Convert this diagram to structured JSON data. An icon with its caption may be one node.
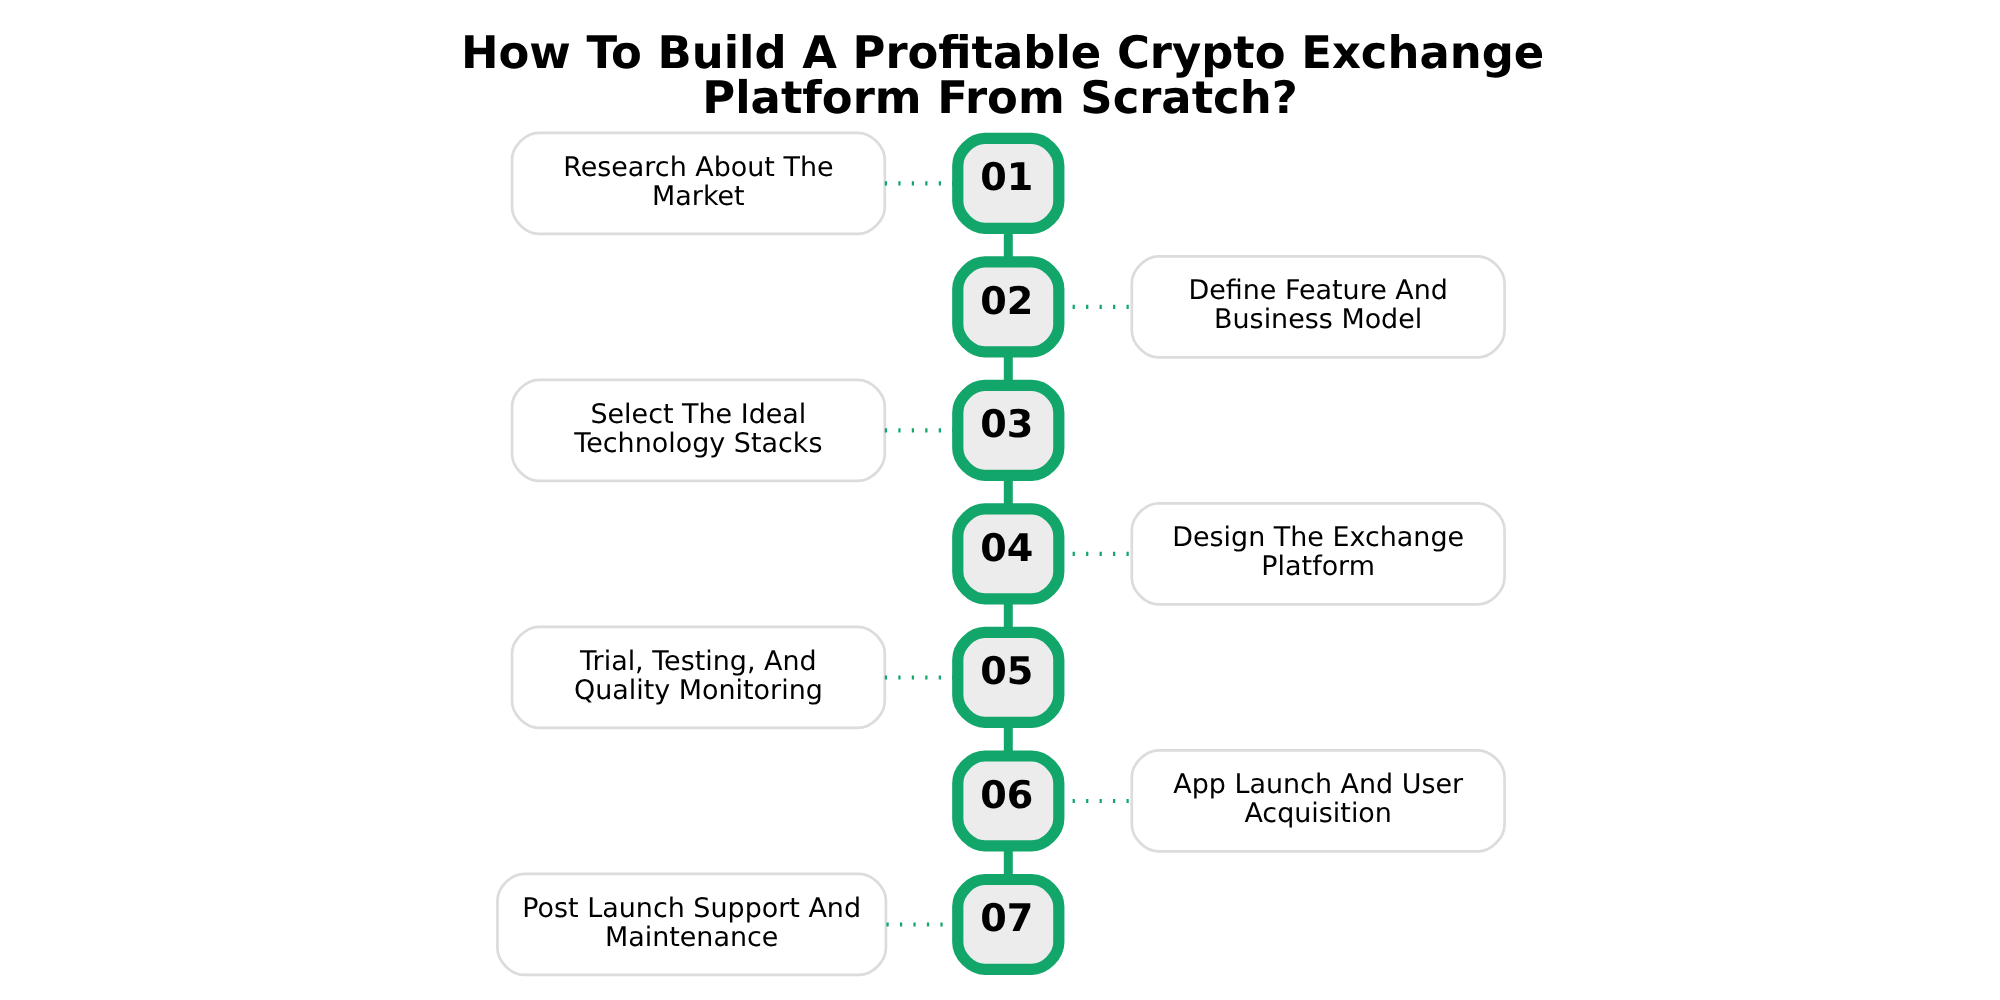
{
  "diagram": {
    "title": "How To Build A Profitable Crypto Exchange Platform From Scratch?",
    "nodes": [
      {
        "text": [
          "Research About The Market"
        ]
      },
      {
        "text": [
          "01"
        ]
      },
      {
        "text": [
          "02"
        ]
      },
      {
        "text": [
          "Define Feature And Business Model"
        ]
      },
      {
        "text": [
          "Select The Ideal Technology Stacks"
        ]
      },
      {
        "text": [
          "03"
        ]
      },
      {
        "text": [
          "04"
        ]
      },
      {
        "text": [
          "Design The Exchange Platform"
        ]
      },
      {
        "text": [
          "Trial, Testing, And Quality Monitoring"
        ]
      },
      {
        "text": [
          "05"
        ]
      },
      {
        "text": [
          "06"
        ]
      },
      {
        "text": [
          "App Launch And User Acquisition"
        ]
      },
      {
        "text": [
          "Post Launch Support And Maintenance"
        ]
      },
      {
        "text": [
          "07"
        ]
      }
    ],
    "edges": [
      {
        "from": 0,
        "to": 1,
        "arrow": "none",
        "style": "dashed"
      },
      {
        "from": 1,
        "to": 2,
        "arrow": "none",
        "style": "thick"
      },
      {
        "from": 2,
        "to": 3,
        "arrow": "none",
        "style": "dashed"
      },
      {
        "from": 2,
        "to": 5,
        "arrow": "none",
        "style": "thick"
      },
      {
        "from": 4,
        "to": 5,
        "arrow": "none",
        "style": "dashed"
      },
      {
        "from": 5,
        "to": 6,
        "arrow": "none",
        "style": "thick"
      },
      {
        "from": 6,
        "to": 7,
        "arrow": "none",
        "style": "dashed"
      },
      {
        "from": 6,
        "to": 9,
        "arrow": "none",
        "style": "thick"
      },
      {
        "from": 8,
        "to": 9,
        "arrow": "none",
        "style": "dashed"
      },
      {
        "from": 9,
        "to": 10,
        "arrow": "none",
        "style": "thick"
      },
      {
        "from": 10,
        "to": 11,
        "arrow": "none",
        "style": "dashed"
      },
      {
        "from": 10,
        "to": 13,
        "arrow": "none",
        "style": "thick"
      },
      {
        "from": 12,
        "to": 13,
        "arrow": "none",
        "style": "dashed"
      }
    ]
  }
}
